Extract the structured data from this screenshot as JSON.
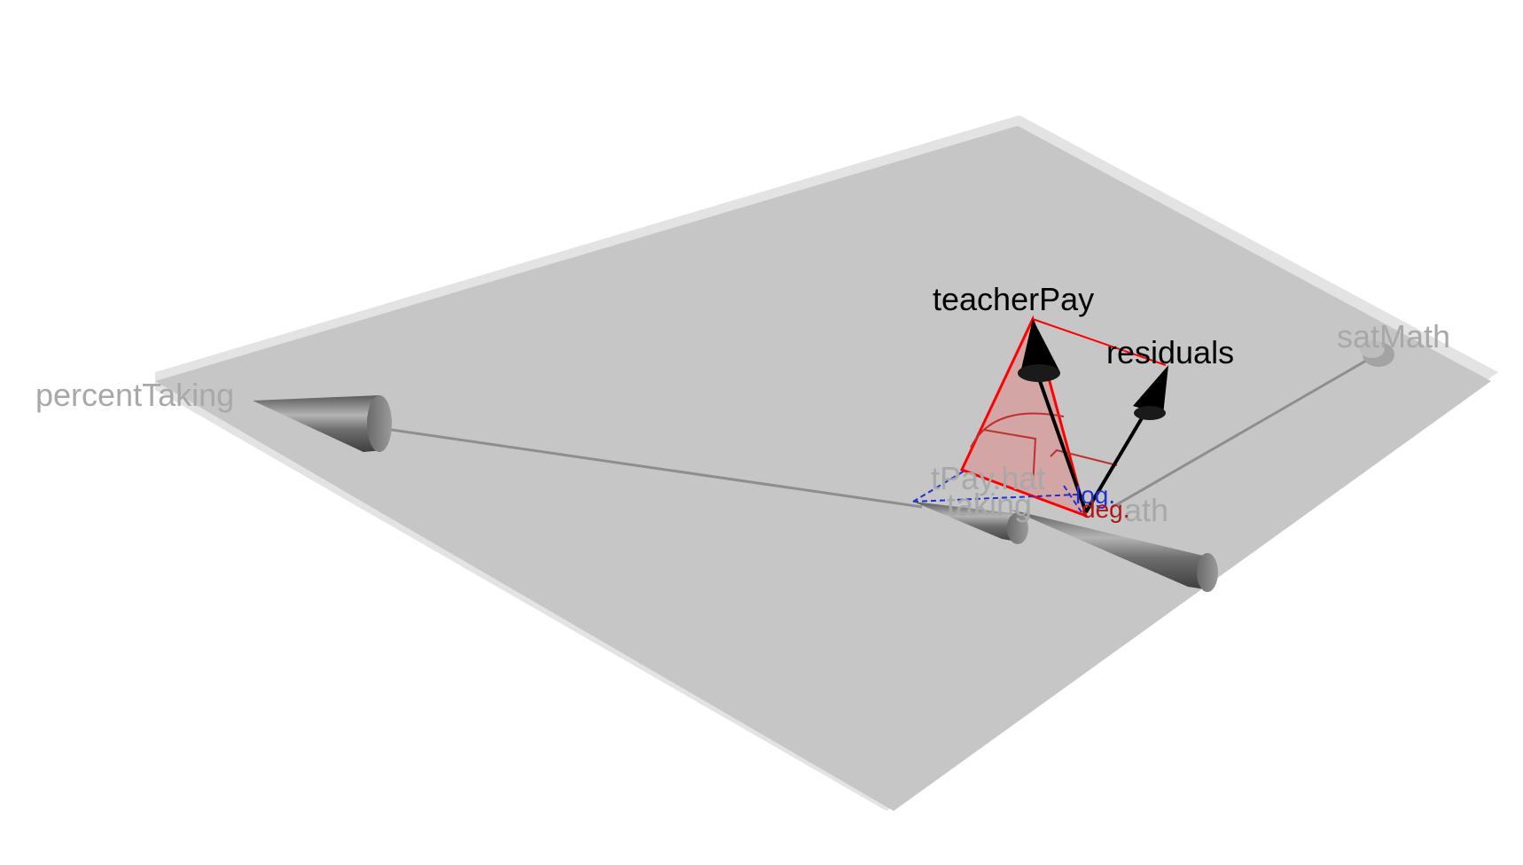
{
  "diagram": {
    "labels": {
      "teacher_pay": "teacherPay",
      "residuals": "residuals",
      "percent_taking": "percentTaking",
      "sat_math": "satMath",
      "percent_taking_projection": "taking",
      "sat_math_projection": "ath",
      "teacher_pay_hat": "tPay.hat",
      "log_marker": "log.",
      "deg_marker": "deg."
    },
    "colors": {
      "plane": "#c6c6c6",
      "plane_edge": "#e3e3e3",
      "triangle_fill": "#d89a9a",
      "triangle_edge": "#ff0000",
      "projection_line": "#0000ff",
      "arrow": "#000000",
      "cone": "#8c8c8c",
      "faint_text": "#a8a8a8"
    }
  }
}
